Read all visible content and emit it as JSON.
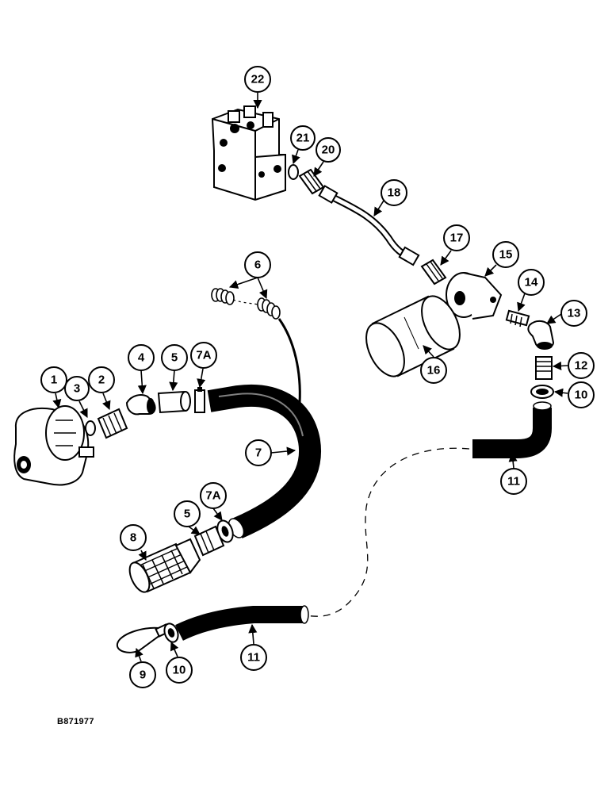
{
  "figure_ref": "B871977",
  "callouts": {
    "c1": "1",
    "c2": "2",
    "c3": "3",
    "c4": "4",
    "c5a": "5",
    "c5b": "5",
    "c6": "6",
    "c7": "7",
    "c7a1": "7A",
    "c7a2": "7A",
    "c8": "8",
    "c9": "9",
    "c10a": "10",
    "c10b": "10",
    "c11a": "11",
    "c11b": "11",
    "c12": "12",
    "c13": "13",
    "c14": "14",
    "c15": "15",
    "c16": "16",
    "c17": "17",
    "c18": "18",
    "c20": "20",
    "c21": "21",
    "c22": "22"
  }
}
